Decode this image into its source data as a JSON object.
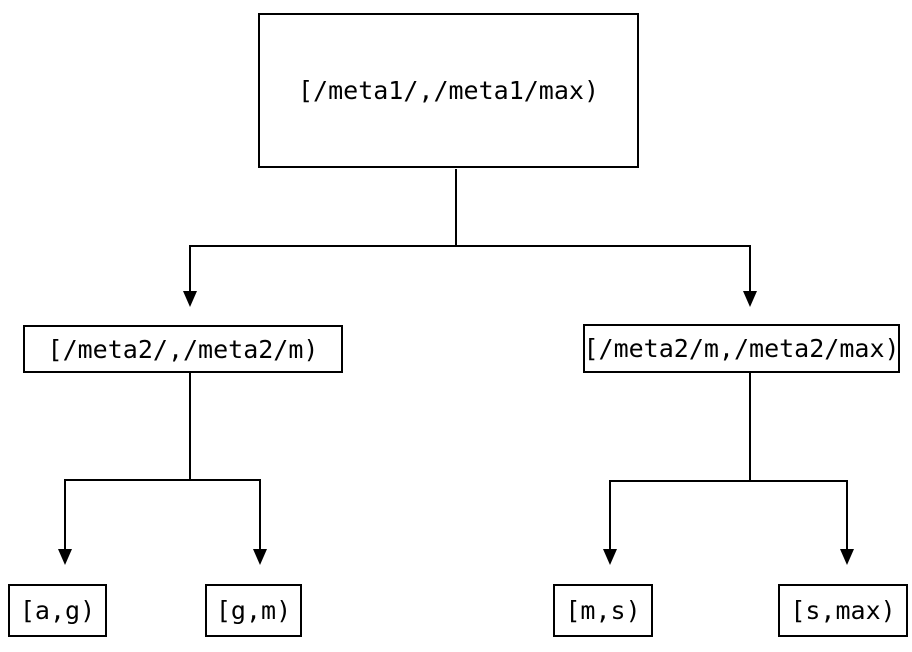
{
  "diagram": {
    "type": "tree",
    "colors": {
      "background": "#ffffff",
      "line": "#000000",
      "text": "#000000",
      "node_border": "#000000",
      "node_fill": "#ffffff"
    },
    "tree": {
      "label": "[/meta1/,/meta1/max)",
      "children": [
        {
          "label": "[/meta2/,/meta2/m)",
          "children": [
            {
              "label": "[a,g)"
            },
            {
              "label": "[g,m)"
            }
          ]
        },
        {
          "label": "[/meta2/m,/meta2/max)",
          "children": [
            {
              "label": "[m,s)"
            },
            {
              "label": "[s,max)"
            }
          ]
        }
      ]
    }
  }
}
